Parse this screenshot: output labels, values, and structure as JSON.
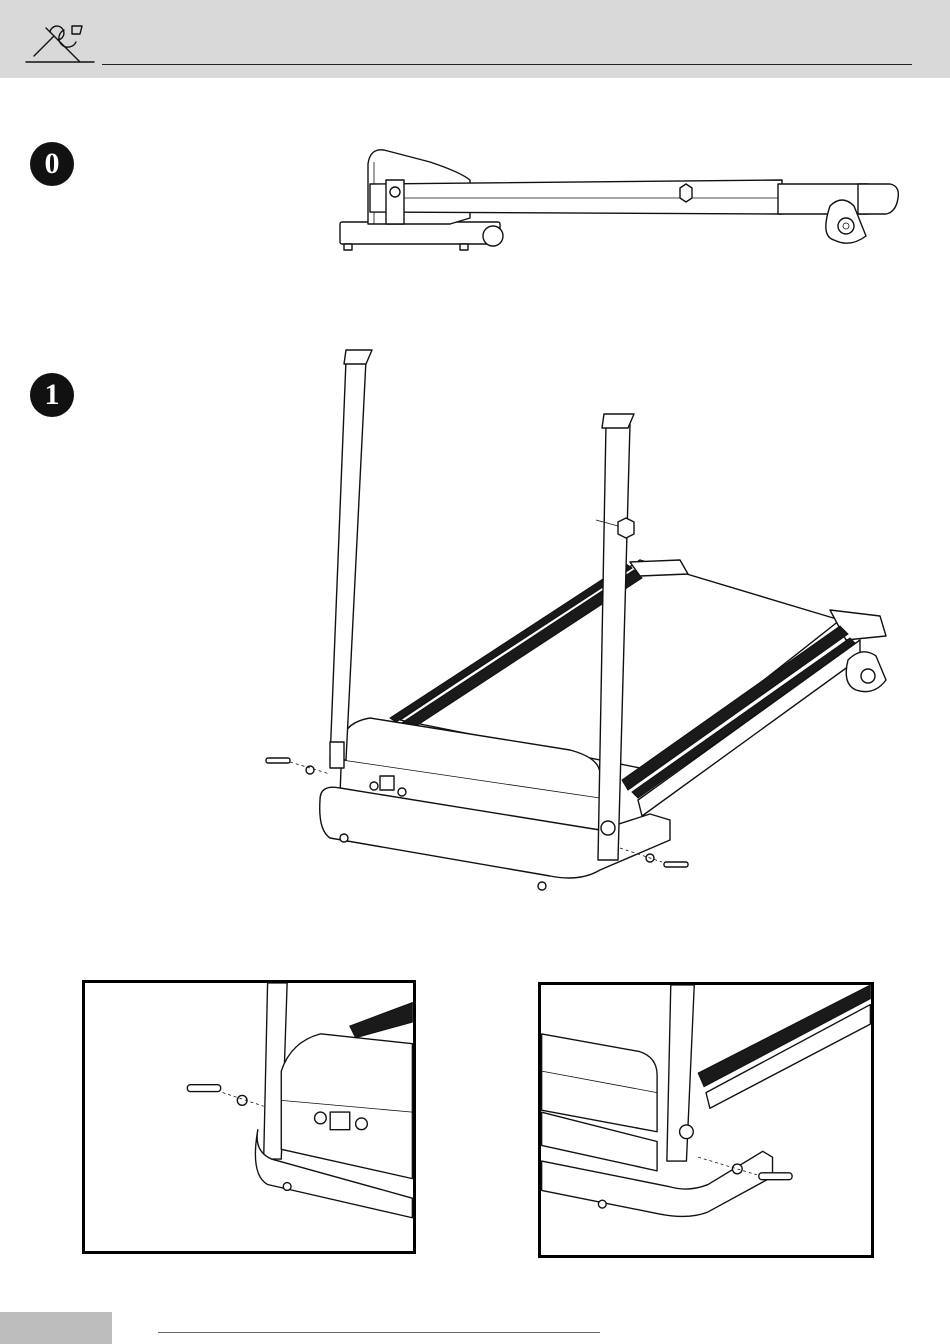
{
  "header": {
    "icon": "tools-icon"
  },
  "steps": [
    {
      "number": "0"
    },
    {
      "number": "1"
    }
  ],
  "illustrations": {
    "folded_view": "folded-treadmill-illustration",
    "assembly_view": "upright-assembly-illustration",
    "detail_left": "left-bolt-detail",
    "detail_right": "right-bolt-detail"
  },
  "colors": {
    "header_band": "#d9d9d9",
    "footer_tab": "#bdbdbd",
    "badge": "#111111"
  }
}
